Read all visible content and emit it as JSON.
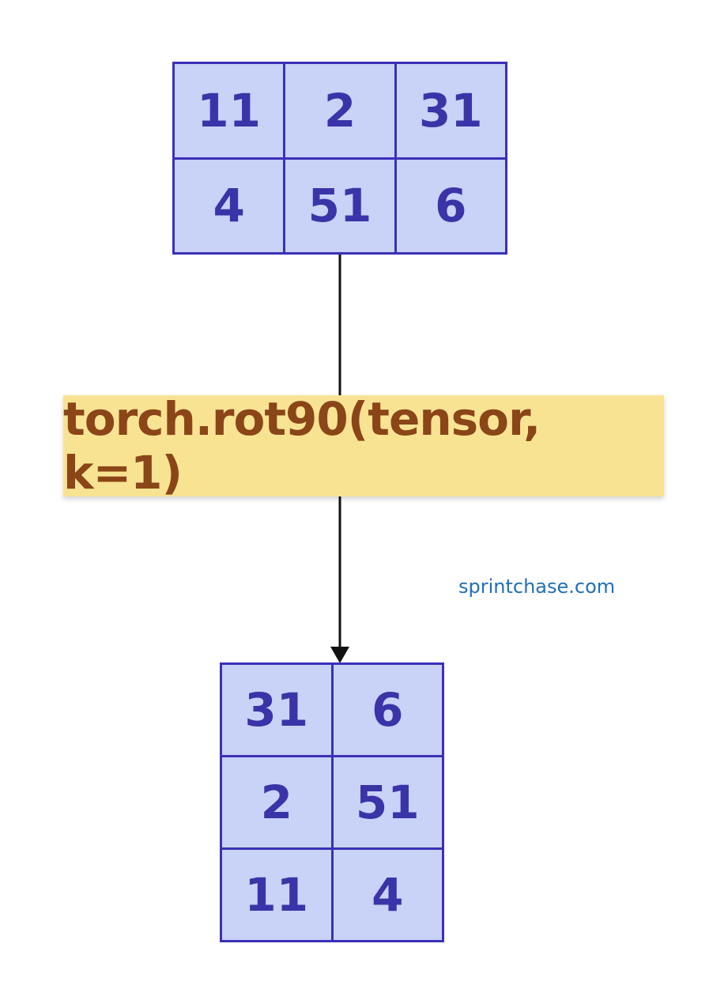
{
  "input_tensor": {
    "rows": [
      [
        "11",
        "2",
        "31"
      ],
      [
        "4",
        "51",
        "6"
      ]
    ]
  },
  "operation": {
    "label": "torch.rot90(tensor, k=1)"
  },
  "output_tensor": {
    "rows": [
      [
        "31",
        "6"
      ],
      [
        "2",
        "51"
      ],
      [
        "11",
        "4"
      ]
    ]
  },
  "watermark": "sprintchase.com",
  "colors": {
    "cell_fill": "#c9d2f7",
    "cell_border": "#3b30b8",
    "cell_text": "#3a34a8",
    "op_fill": "#f8e393",
    "op_text": "#8a4518",
    "watermark_text": "#1f6fb8"
  }
}
